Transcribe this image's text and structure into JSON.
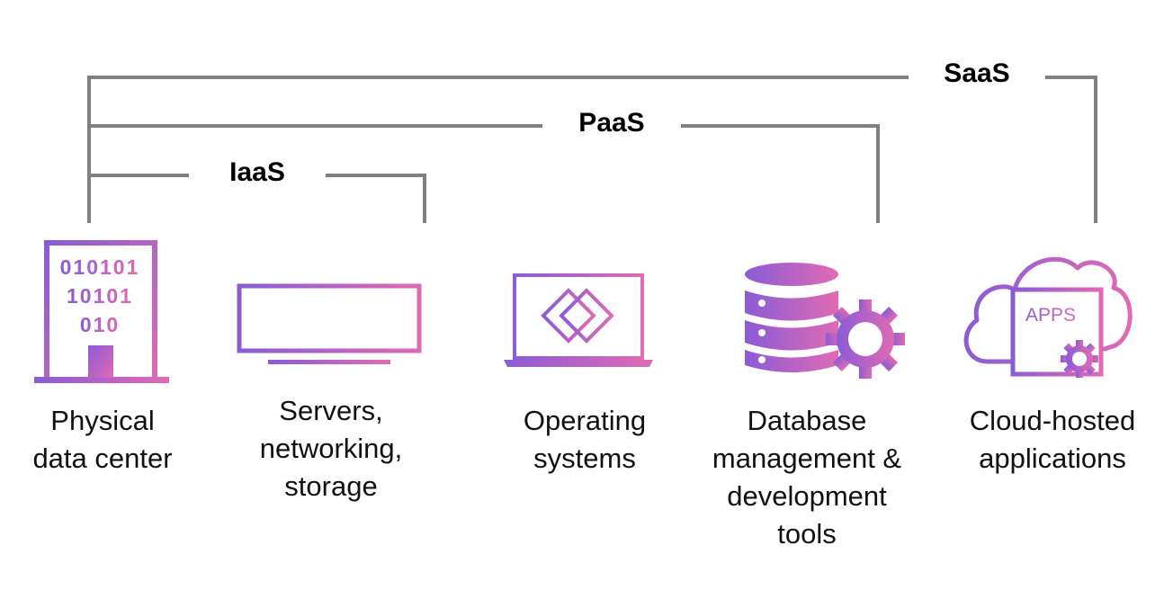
{
  "brackets": {
    "saas": "SaaS",
    "paas": "PaaS",
    "iaas": "IaaS"
  },
  "items": [
    {
      "caption": "Physical\ndata center",
      "icon": "building-icon",
      "binary_lines": [
        "010101",
        "10101",
        "010"
      ]
    },
    {
      "caption": "Servers,\nnetworking,\nstorage",
      "icon": "server-rack-icon"
    },
    {
      "caption": "Operating\nsystems",
      "icon": "laptop-icon"
    },
    {
      "caption": "Database\nmanagement &\ndevelopment\ntools",
      "icon": "database-gear-icon"
    },
    {
      "caption": "Cloud-hosted\napplications",
      "icon": "cloud-apps-icon",
      "icon_text": "APPS"
    }
  ],
  "colors": {
    "bracket_line": "#808080",
    "gradient_start": "#8a5cd6",
    "gradient_end": "#e06ab4"
  }
}
